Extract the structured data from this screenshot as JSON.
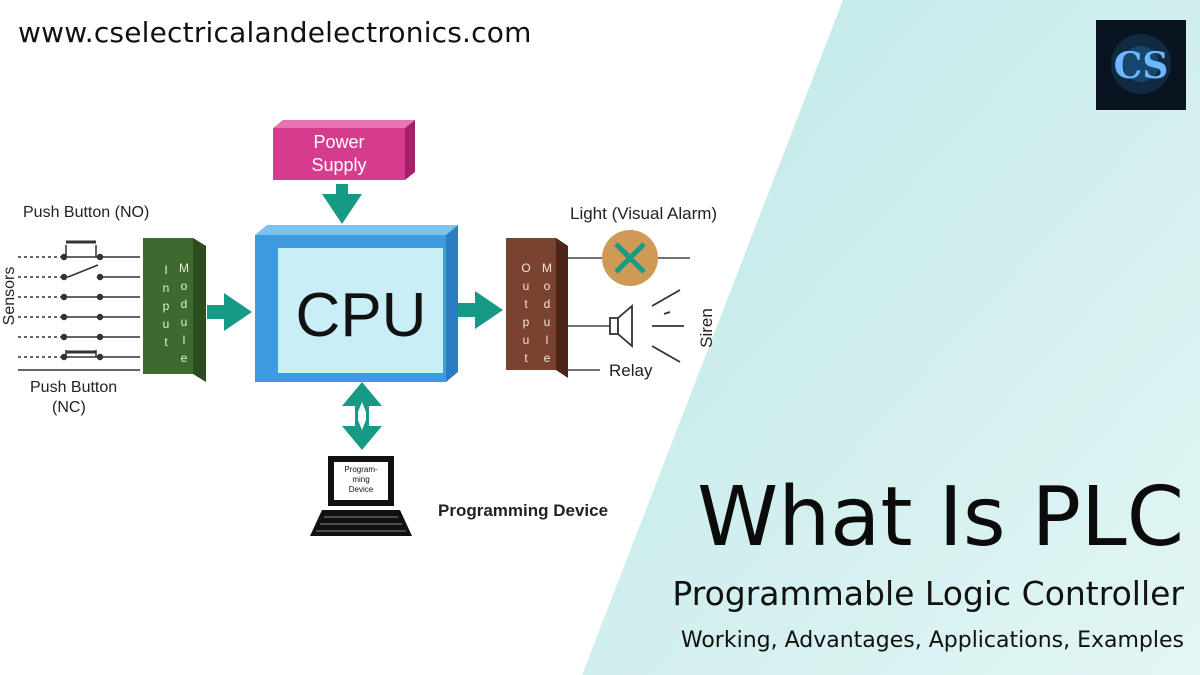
{
  "site": {
    "url": "www.cselectricalandelectronics.com"
  },
  "logo": {
    "letters": "CS"
  },
  "diagram": {
    "power_supply": [
      "Power",
      "Supply"
    ],
    "cpu": "CPU",
    "input_module": {
      "col1": [
        "I",
        "n",
        "p",
        "u",
        "t"
      ],
      "col2": [
        "M",
        "o",
        "d",
        "u",
        "l",
        "e"
      ]
    },
    "output_module": {
      "col1": [
        "O",
        "u",
        "t",
        "p",
        "u",
        "t"
      ],
      "col2": [
        "M",
        "o",
        "d",
        "u",
        "l",
        "e"
      ]
    },
    "push_button_no": "Push Button (NO)",
    "sensors": "Sensors",
    "push_button_nc": [
      "Push Button",
      "(NC)"
    ],
    "light": "Light (Visual Alarm)",
    "siren": "Siren",
    "relay": "Relay",
    "prog_device_screen": [
      "Program-",
      "ming",
      "Device"
    ],
    "programming_device": "Programming Device"
  },
  "headline": {
    "title": "What Is PLC",
    "subtitle": "Programmable Logic Controller",
    "tagline": "Working, Advantages, Applications, Examples"
  },
  "colors": {
    "panel": "#cdeeee",
    "power_supply": "#d63c8e",
    "cpu_border": "#3f9be0",
    "cpu_face": "#c9eef5",
    "arrow": "#169a86",
    "input_module": "#3e6a2d",
    "output_module": "#7a4331",
    "lamp": "#cf9a55",
    "lamp_x": "#179a86"
  }
}
